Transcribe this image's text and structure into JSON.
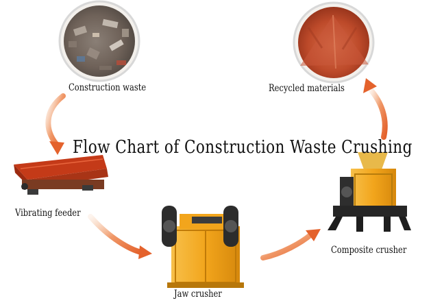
{
  "title": "Flow Chart of Construction Waste Crushing",
  "nodes": [
    {
      "id": "construction-waste",
      "label": "Construction waste",
      "image": "waste-rubble-photo"
    },
    {
      "id": "vibrating-feeder",
      "label": "Vibrating feeder",
      "image": "vibrating-feeder-machine"
    },
    {
      "id": "jaw-crusher",
      "label": "Jaw crusher",
      "image": "jaw-crusher-machine"
    },
    {
      "id": "composite-crusher",
      "label": "Composite crusher",
      "image": "composite-crusher-machine"
    },
    {
      "id": "recycled-materials",
      "label": "Recycled materials",
      "image": "recycled-aggregate-photo"
    }
  ],
  "edges": [
    {
      "from": "construction-waste",
      "to": "vibrating-feeder"
    },
    {
      "from": "vibrating-feeder",
      "to": "jaw-crusher"
    },
    {
      "from": "jaw-crusher",
      "to": "composite-crusher"
    },
    {
      "from": "composite-crusher",
      "to": "recycled-materials"
    }
  ],
  "colors": {
    "arrow": "#e8784a",
    "machine": "#f2a51c",
    "feeder": "#c43a18",
    "photo_ring": "#d8d8d8"
  }
}
